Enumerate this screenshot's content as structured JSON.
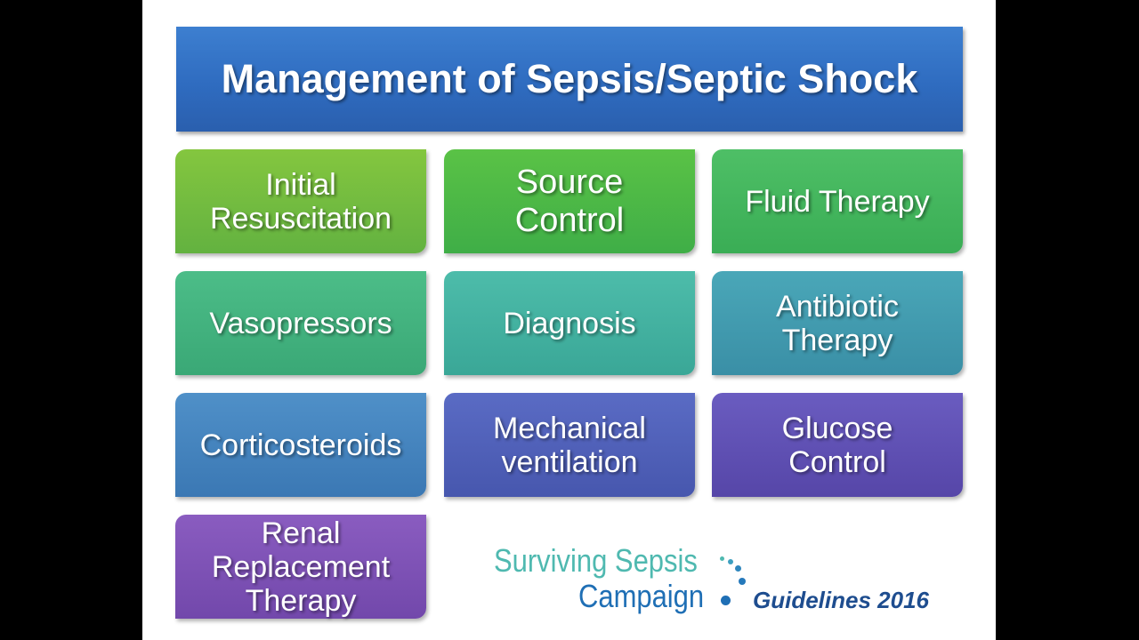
{
  "title": "Management of Sepsis/Septic Shock",
  "tiles": [
    {
      "lines": [
        "Initial",
        "Resuscitation"
      ]
    },
    {
      "lines": [
        "Source",
        "Control"
      ]
    },
    {
      "lines": [
        "Fluid Therapy"
      ]
    },
    {
      "lines": [
        "Vasopressors"
      ]
    },
    {
      "lines": [
        "Diagnosis"
      ]
    },
    {
      "lines": [
        "Antibiotic",
        "Therapy"
      ]
    },
    {
      "lines": [
        "Corticosteroids"
      ]
    },
    {
      "lines": [
        "Mechanical",
        "ventilation"
      ]
    },
    {
      "lines": [
        "Glucose",
        "Control"
      ]
    },
    {
      "lines": [
        "Renal",
        "Replacement",
        "Therapy"
      ]
    }
  ],
  "logo": {
    "line1": "Surviving Sepsis",
    "line2": "Campaign",
    "guidelines": "Guidelines 2016"
  },
  "colors": {
    "title_blue": "#2f6cc0",
    "logo_teal": "#4fb9b0",
    "logo_blue": "#1f6fb5",
    "guidelines_navy": "#1e4d8f"
  }
}
